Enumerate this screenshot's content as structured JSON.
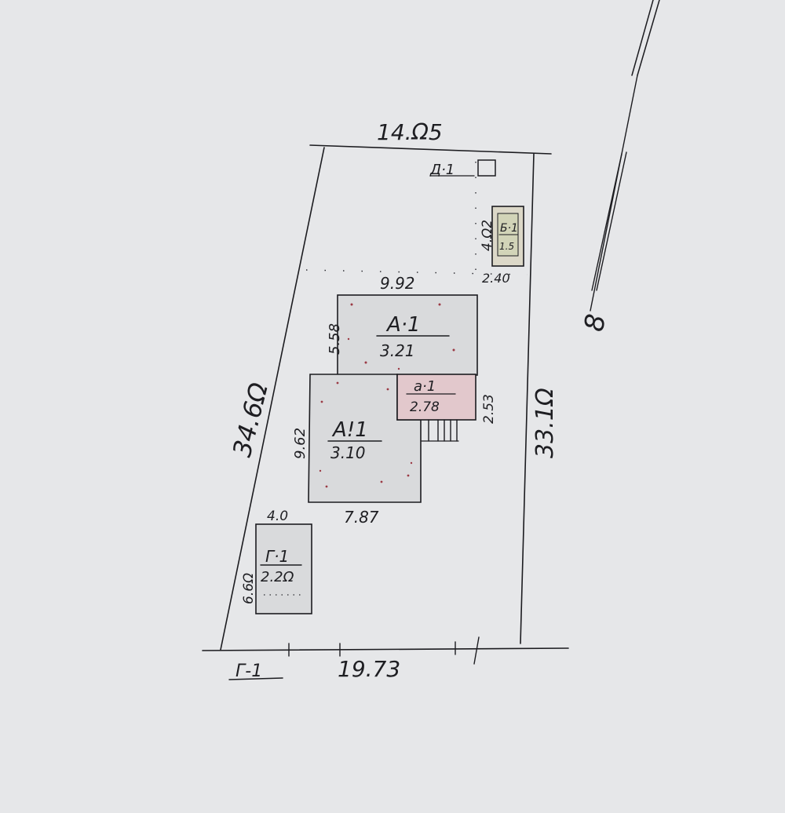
{
  "plan": {
    "dims": {
      "top_width": "14.Ω5",
      "bottom_width": "19.73",
      "left_side": "34.6Ω",
      "right_side": "33.1Ω",
      "a1_width": "9.92",
      "a1_height": "5.58",
      "a1b_height": "9.62",
      "a1b_width": "7.87",
      "a_ext_height": "2.53",
      "g_width": "4.0",
      "g_height": "6.6Ω",
      "b_height": "4.Ω2",
      "b_width": "2.40"
    },
    "buildings": {
      "a1_top": {
        "letter": "А·1",
        "value": "3.21"
      },
      "a1_main": {
        "letter": "А!1",
        "value": "3.10"
      },
      "a_ext": {
        "letter": "а·1",
        "value": "2.78"
      },
      "g1": {
        "letter": "Г·1",
        "value": "2.2Ω"
      },
      "b1": {
        "letter": "Б·1",
        "value": "1.5"
      }
    },
    "small_structure": {
      "letter": "Д·1"
    },
    "corner_note": "Г-1",
    "north_marker": "8"
  },
  "colors": {
    "paper": "#e6e7e9",
    "ink": "#1c1c20",
    "annex_fill": "#e2c8cc",
    "building_fill": "#d9dadc",
    "marker_fill": "#dcd8c8"
  }
}
